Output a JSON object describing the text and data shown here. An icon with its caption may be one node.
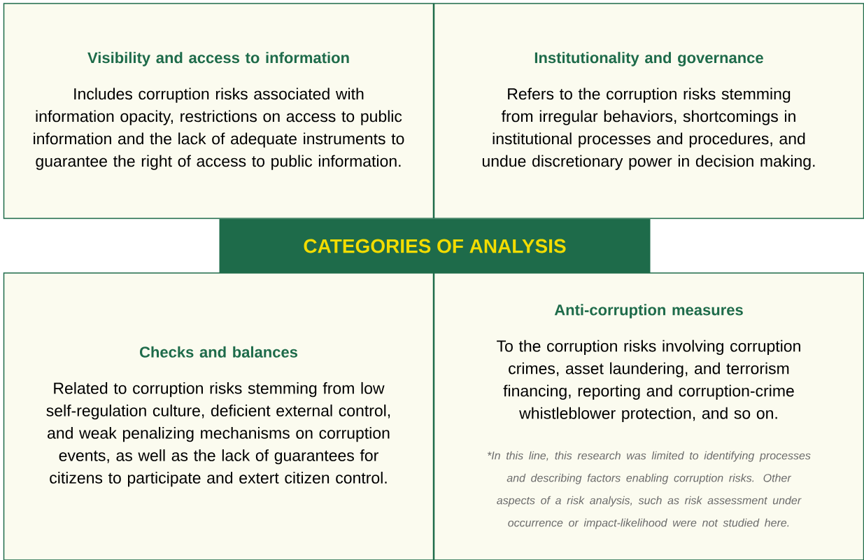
{
  "diagram": {
    "nodes": [
      {
        "text": [
          "Visibility and access to information",
          "Includes corruption risks associated with information opacity, restrictions on access to public information and the lack of adequate instruments to guarantee the right of access to public information."
        ]
      },
      {
        "text": [
          "Institutionality and governance",
          "Refers to the corruption risks stemming from irregular behaviors, shortcomings in institutional processes and procedures, and undue discretionary power in decision making."
        ]
      },
      {
        "text": [
          "CATEGORIES OF ANALYSIS"
        ]
      },
      {
        "text": [
          "Checks and balances",
          "Related to corruption risks stemming from low self-regulation culture, deficient external control, and weak penalizing mechanisms on corruption events, as well as the lack of guarantees for citizens to participate and extert citizen control."
        ]
      },
      {
        "text": [
          "Anti-corruption measures",
          "To the corruption risks involving corruption crimes, asset laundering, and terrorism financing, reporting and corruption-crime whistleblower protection, and so on.",
          "*In this line, this research was limited to identifying processes and describing factors enabling corruption risks. Other aspects of a risk analysis, such as risk assessment under occurrence or impact-likelihood were not studied here."
        ]
      }
    ]
  }
}
